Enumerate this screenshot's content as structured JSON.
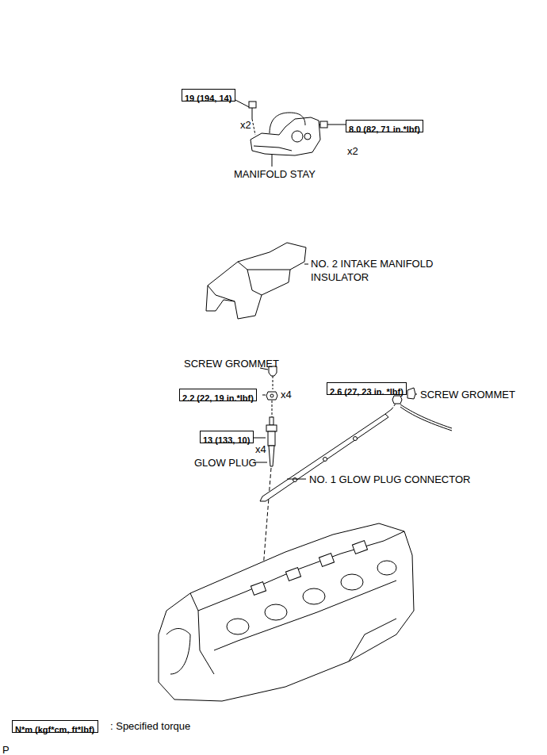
{
  "diagram": {
    "nodes": [
      {
        "text": [
          "19 (194, 14)"
        ]
      },
      {
        "text": [
          "8.0 (82, 71 in.*lbf)"
        ]
      },
      {
        "text": [
          "2.6 (27, 23 in. *lbf)"
        ]
      },
      {
        "text": [
          "2.2 (22, 19 in.*lbf)"
        ]
      },
      {
        "text": [
          "13 (133, 10)"
        ]
      },
      {
        "text": [
          "N*m (kgf*cm, ft*lbf)"
        ]
      }
    ],
    "edges": [],
    "labels": [
      "x2",
      "x2",
      "MANIFOLD STAY",
      "NO. 2 INTAKE MANIFOLD INSULATOR",
      "SCREW GROMMET",
      "SCREW GROMMET",
      "x4",
      "x4",
      "GLOW PLUG",
      "NO. 1 GLOW PLUG CONNECTOR",
      ": Specified torque",
      "P"
    ]
  }
}
